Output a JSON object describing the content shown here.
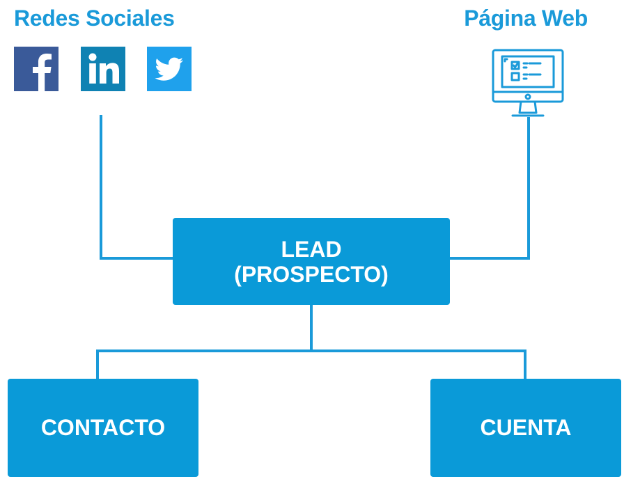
{
  "headings": {
    "social": "Redes Sociales",
    "web": "Página Web"
  },
  "icons": {
    "facebook": "facebook-icon",
    "linkedin": "linkedin-icon",
    "twitter": "twitter-icon",
    "monitor": "monitor-webpage-icon"
  },
  "nodes": {
    "lead_line1": "LEAD",
    "lead_line2": "(PROSPECTO)",
    "contacto": "CONTACTO",
    "cuenta": "CUENTA"
  },
  "colors": {
    "accent": "#1a9ad9",
    "node_fill": "#0a9ad8",
    "facebook": "#3a5a99",
    "linkedin": "#0f82b3",
    "twitter": "#1fa1ec",
    "text_on_node": "#ffffff"
  }
}
